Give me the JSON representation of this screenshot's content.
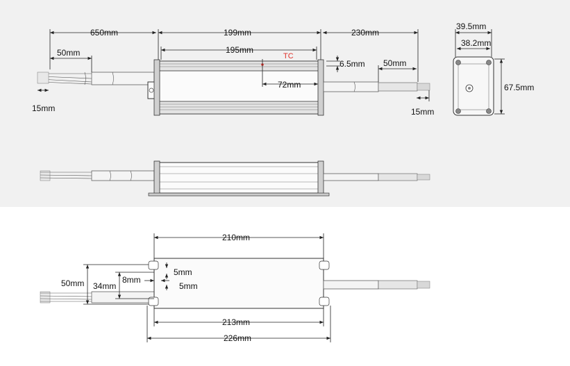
{
  "top_view": {
    "labels": {
      "input_cable_length": "650mm",
      "body_length": "199mm",
      "mount_distance": "195mm",
      "output_cable_length": "230mm",
      "input_strip_length": "50mm",
      "input_wire_end": "15mm",
      "tc_label": "TC",
      "tc_offset_h": "72mm",
      "tc_offset_v": "6.5mm",
      "output_strip_length": "50mm",
      "output_wire_end": "15mm"
    }
  },
  "end_view": {
    "labels": {
      "outer_width": "39.5mm",
      "inner_width": "38.2mm",
      "height": "67.5mm"
    }
  },
  "bottom_view": {
    "labels": {
      "body_length": "210mm",
      "total_width": "50mm",
      "hole_spacing": "34mm",
      "slot_offset": "8mm",
      "slot_top": "5mm",
      "slot_bottom": "5mm",
      "mount_hole_distance": "213mm",
      "overall_length": "226mm"
    }
  },
  "colors": {
    "panel_background": "#f1f1f1",
    "tc_marker": "#e0322b",
    "line": "#222222"
  }
}
